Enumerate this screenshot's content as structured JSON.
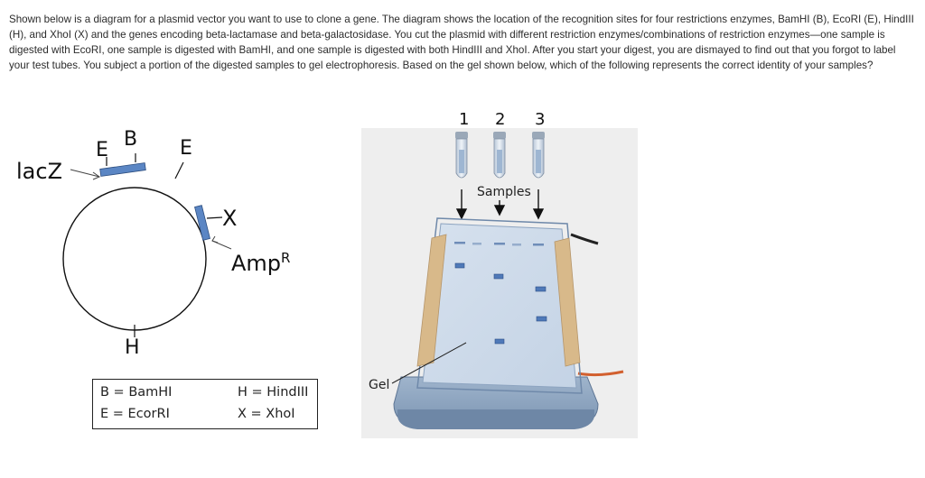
{
  "question": {
    "text": "Shown below is a diagram for a plasmid vector you want to use to clone a gene.  The diagram shows the location of the recognition sites for four restrictions enzymes, BamHI (B), EcoRI (E), HindIII (H), and XhoI (X) and the genes encoding beta-lactamase and beta-galactosidase.  You cut the plasmid with different restriction enzymes/combinations of restriction enzymes—one sample is digested with EcoRI, one sample is digested with BamHI, and one sample is digested with both HindIII and XhoI.  After you start your digest, you are dismayed to find out that you forgot to label your test tubes.  You subject a portion of the digested samples to gel electrophoresis.  Based on the gel shown below, which of the following represents the correct identity of your samples?"
  },
  "plasmid": {
    "lacz_label": "lacZ",
    "site_e1": "E",
    "site_b": "B",
    "site_e2": "E",
    "site_x": "X",
    "site_h": "H",
    "amp_label": "Amp",
    "amp_superscript": "R",
    "gene_color": "#5b86c4"
  },
  "legend": {
    "b": "B = BamHI",
    "e": "E = EcorRI",
    "h": "H = HindIII",
    "x": "X = XhoI"
  },
  "gel": {
    "lane_labels": [
      "1",
      "2",
      "3"
    ],
    "samples_label": "Samples",
    "gel_label": "Gel",
    "band_color": "#4f79b8"
  }
}
